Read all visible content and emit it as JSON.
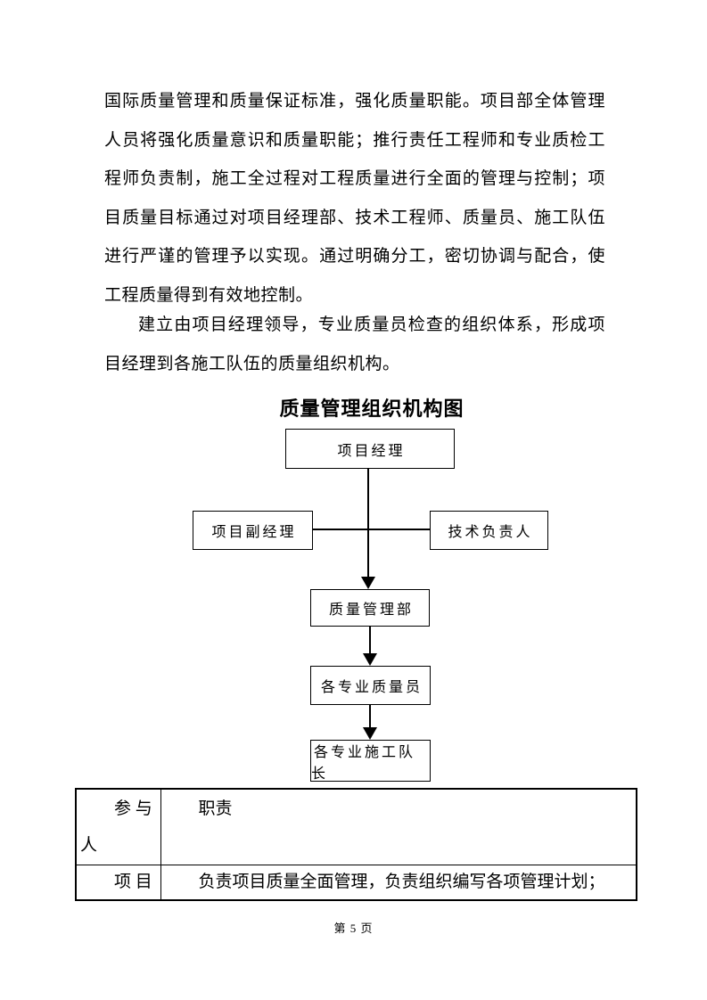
{
  "colors": {
    "page_background": "#ffffff",
    "text": "#000000",
    "border": "#000000"
  },
  "document": {
    "paragraph1": "国际质量管理和质量保证标准，强化质量职能。项目部全体管理人员将强化质量意识和质量职能；推行责任工程师和专业质检工程师负责制，施工全过程对工程质量进行全面的管理与控制；项目质量目标通过对项目经理部、技术工程师、质量员、施工队伍进行严谨的管理予以实现。通过明确分工，密切协调与配合，使工程质量得到有效地控制。",
    "paragraph2": "建立由项目经理领导，专业质量员检查的组织体系，形成项目经理到各施工队伍的质量组织机构。",
    "footer_page_label": "第 5 页"
  },
  "org_chart": {
    "title": "质量管理组织机构图",
    "nodes": {
      "project_manager": "项目经理",
      "deputy_project_manager": "项目副经理",
      "technical_director": "技术负责人",
      "quality_dept": "质量管理部",
      "quality_staff": "各专业质量员",
      "team_leaders": "各专业施工队长"
    }
  },
  "table": {
    "header": {
      "participant": "参 与\n人",
      "duty": "职责"
    },
    "rows": [
      {
        "participant": "项 目",
        "duty": "负责项目质量全面管理，负责组织编写各项管理计划；"
      }
    ]
  }
}
